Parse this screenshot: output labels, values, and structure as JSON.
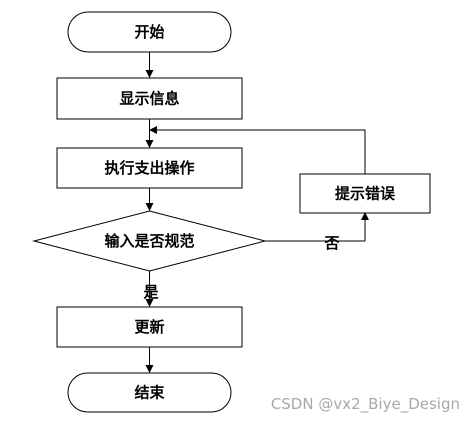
{
  "nodes": {
    "start": "开始",
    "display_info": "显示信息",
    "execute_expense": "执行支出操作",
    "check_valid": "输入是否规范",
    "update": "更新",
    "end": "结束",
    "show_error": "提示错误"
  },
  "edges": {
    "no_label": "否",
    "yes_label": "是"
  },
  "watermark": "CSDN @vx2_Biye_Design",
  "colors": {
    "stroke": "#000000",
    "fill": "#ffffff",
    "watermark": "#a8a8a8"
  }
}
